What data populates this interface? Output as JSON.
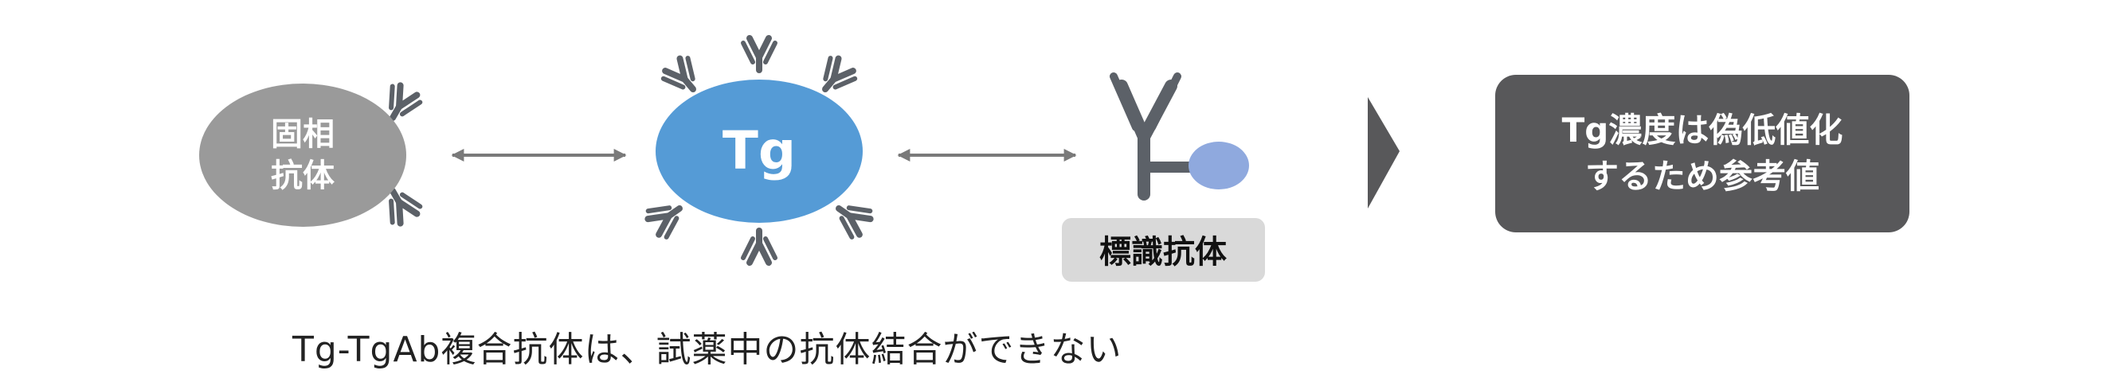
{
  "solid_phase_label": {
    "line1": "固相",
    "line2": "抗体"
  },
  "tg_label": "Tg",
  "labeled_antibody_label": "標識抗体",
  "result_box": {
    "line1": "Tg濃度は偽低値化",
    "line2": "するため参考値"
  },
  "caption": "Tg-TgAb複合抗体は、試薬中の抗体結合ができない",
  "colors": {
    "solid_phase": "#9a9a9a",
    "tg": "#559bd6",
    "antibody": "#5c6168",
    "label_dot": "#8fa9de",
    "label_tag_bg": "#d9d9d9",
    "result_bg": "#58585a",
    "arrow": "#7a7a7a",
    "chevron": "#58585a"
  }
}
